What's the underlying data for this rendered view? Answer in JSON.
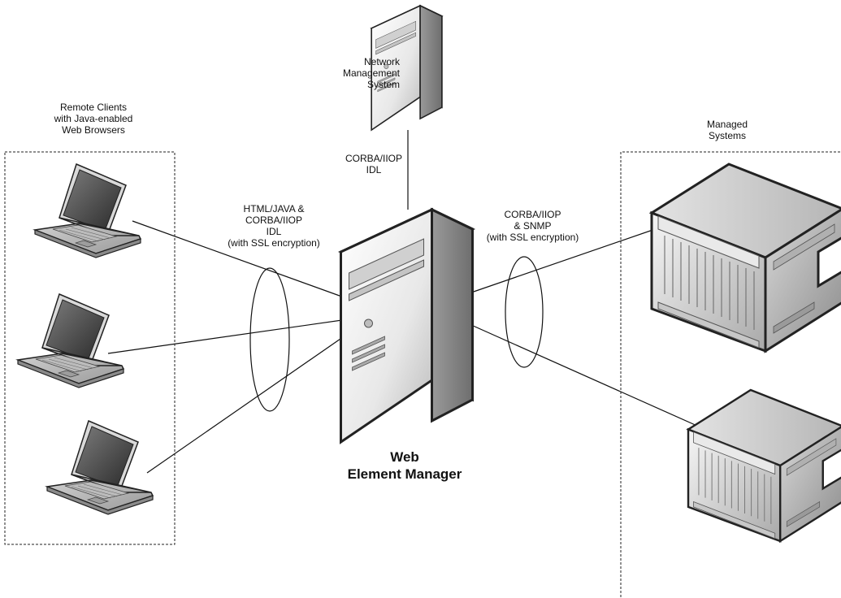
{
  "labels": {
    "nms": [
      "Network",
      "Management",
      "System"
    ],
    "clients": [
      "Remote Clients",
      "with Java-enabled",
      "Web Browsers"
    ],
    "managed": [
      "Managed",
      "Systems"
    ],
    "link_top": [
      "CORBA/IIOP",
      "IDL"
    ],
    "link_left": [
      "HTML/JAVA &",
      "CORBA/IIOP",
      "IDL",
      "(with SSL encryption)"
    ],
    "link_right": [
      "CORBA/IIOP",
      "& SNMP",
      "(with SSL encryption)"
    ],
    "main": [
      "Web",
      "Element Manager"
    ]
  },
  "icons": {
    "nms": "tower-server-icon",
    "wem": "tower-server-icon",
    "client": "laptop-icon",
    "managed": "chassis-icon"
  }
}
